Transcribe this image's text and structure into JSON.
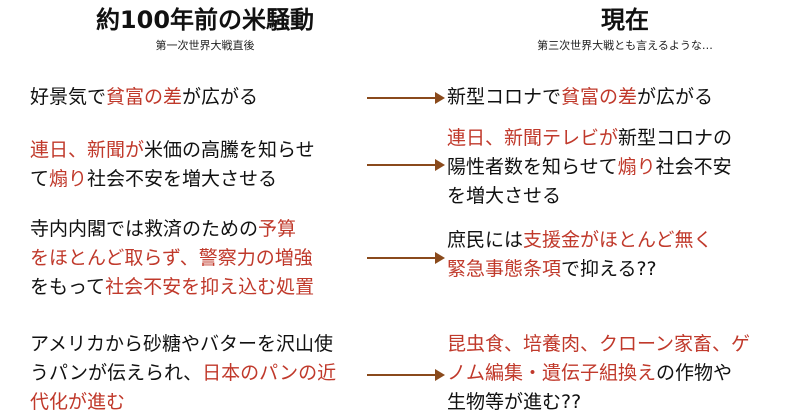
{
  "left": {
    "title": "約100年前の米騒動",
    "subtitle": "第一次世界大戦直後"
  },
  "right": {
    "title": "現在",
    "subtitle": "第三次世界大戦とも言えるような…"
  },
  "colors": {
    "accent_red": "#c0392b",
    "arrow": "#8a4a1c"
  },
  "rows": [
    {
      "left": [
        [
          [
            "好景気で",
            "black"
          ],
          [
            "貧富の差",
            "red"
          ],
          [
            "が広がる",
            "black"
          ]
        ]
      ],
      "right": [
        [
          [
            "新型コロナで",
            "black"
          ],
          [
            "貧富の差",
            "red"
          ],
          [
            "が広がる",
            "black"
          ]
        ]
      ]
    },
    {
      "left": [
        [
          [
            "連日、新聞が",
            "red"
          ],
          [
            "米価の高騰を知らせ",
            "black"
          ]
        ],
        [
          [
            "て",
            "black"
          ],
          [
            "煽り",
            "red"
          ],
          [
            "社会不安を増大させる",
            "black"
          ]
        ]
      ],
      "right": [
        [
          [
            "連日、新聞テレビが",
            "red"
          ],
          [
            "新型コロナの",
            "black"
          ]
        ],
        [
          [
            "陽性者数を知らせて",
            "black"
          ],
          [
            "煽り",
            "red"
          ],
          [
            "社会不安",
            "black"
          ]
        ],
        [
          [
            "を増大させる",
            "black"
          ]
        ]
      ]
    },
    {
      "left": [
        [
          [
            "寺内内閣では救済のための",
            "black"
          ],
          [
            "予算",
            "red"
          ]
        ],
        [
          [
            "をほとんど取らず、警察力の増強",
            "red"
          ]
        ],
        [
          [
            "をもって",
            "black"
          ],
          [
            "社会不安を抑え込む処置",
            "red"
          ]
        ]
      ],
      "right": [
        [
          [
            "庶民には",
            "black"
          ],
          [
            "支援金がほとんど無く",
            "red"
          ]
        ],
        [
          [
            "緊急事態条項",
            "red"
          ],
          [
            "で抑える??",
            "black"
          ]
        ]
      ]
    },
    {
      "left": [
        [
          [
            "アメリカから砂糖やバターを沢山使",
            "black"
          ]
        ],
        [
          [
            "うパンが伝えられ、",
            "black"
          ],
          [
            "日本のパンの近",
            "red"
          ]
        ],
        [
          [
            "代化が進む",
            "red"
          ]
        ]
      ],
      "right": [
        [
          [
            "昆虫食、培養肉、クローン家畜、ゲ",
            "red"
          ]
        ],
        [
          [
            "ノム編集・遺伝子組換え",
            "red"
          ],
          [
            "の作物や",
            "black"
          ]
        ],
        [
          [
            "生物等が進む??",
            "black"
          ]
        ]
      ]
    }
  ]
}
